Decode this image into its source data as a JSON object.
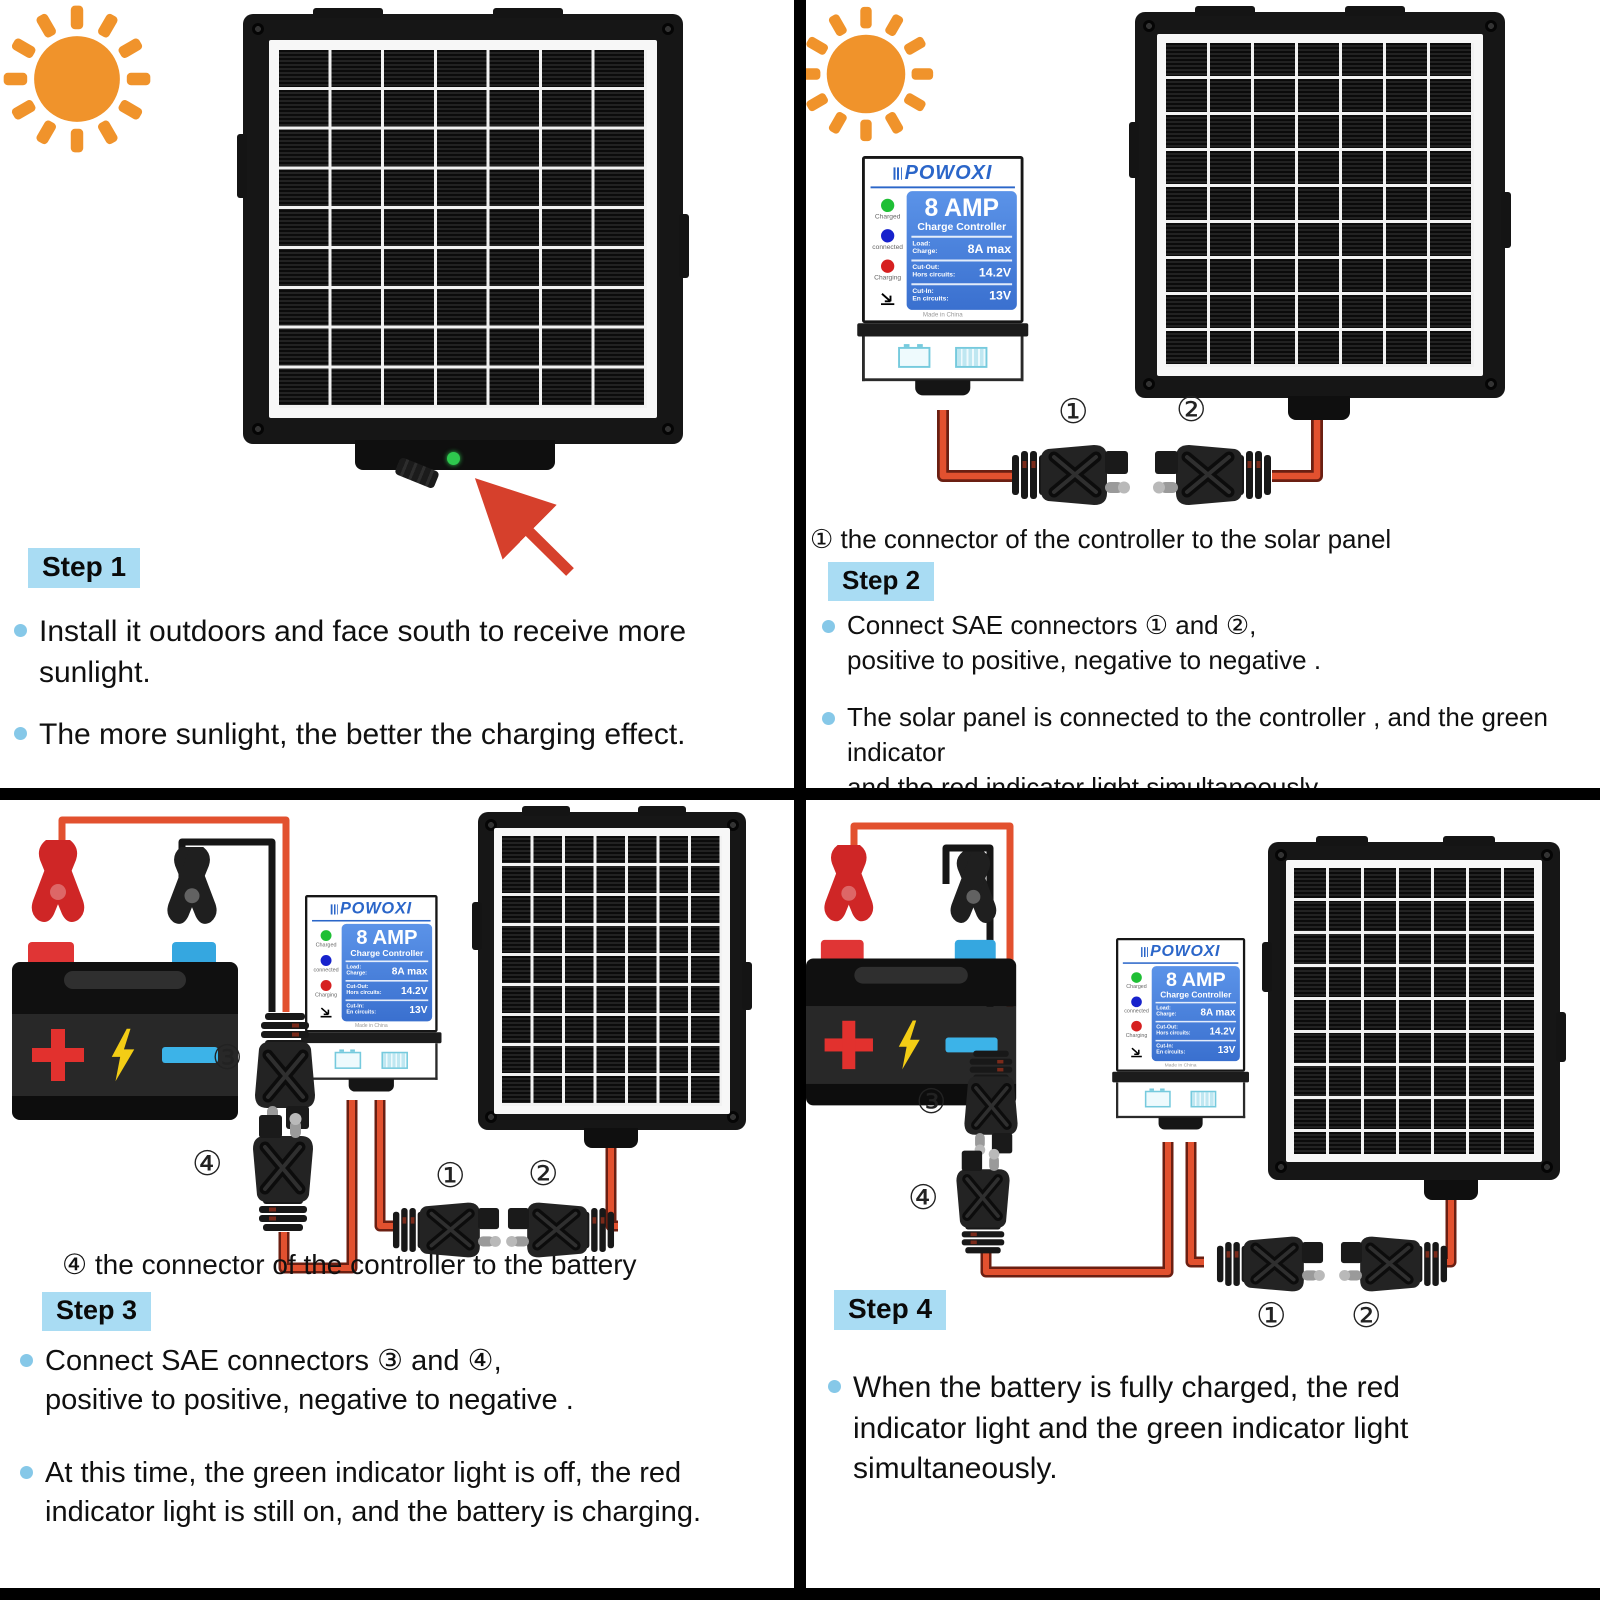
{
  "brand": {
    "logo": "POWOXI"
  },
  "controller": {
    "amp_title": "8 AMP",
    "subtitle": "Charge Controller",
    "leds": [
      {
        "name": "green",
        "label": "Charged",
        "color": "#1fbf35"
      },
      {
        "name": "blue",
        "label": "connected",
        "color": "#1722cc"
      },
      {
        "name": "red",
        "label": "Charging",
        "color": "#d62020"
      }
    ],
    "specs": [
      {
        "label": "Load:\nCharge:",
        "value": "8A max"
      },
      {
        "label": "Cut-Out:\nHors circuits:",
        "value": "14.2V"
      },
      {
        "label": "Cut-In:\nEn circuits:",
        "value": "13V"
      }
    ],
    "made_in": "Made in China"
  },
  "connectors": {
    "c1": "①",
    "c2": "②",
    "c3": "③",
    "c4": "④"
  },
  "steps": {
    "step1": {
      "badge": "Step 1",
      "bullets": [
        "Install it outdoors and face south to receive more sunlight.",
        "The more sunlight, the better the charging effect."
      ]
    },
    "step2": {
      "caption": "① the connector of the controller to the solar panel",
      "badge": "Step 2",
      "bullets": [
        "Connect SAE connectors ① and ②,\npositive to positive, negative to negative .",
        "The solar panel is connected to the controller , and the green indicator\nand the red indicator light simultaneously."
      ]
    },
    "step3": {
      "caption": "④ the connector of the controller to the battery",
      "badge": "Step 3",
      "bullets": [
        "Connect SAE connectors ③  and ④,\npositive to positive, negative to negative .",
        "At this time, the green indicator light  is off,  the red\nindicator  light is still on, and the battery is charging."
      ]
    },
    "step4": {
      "badge": "Step 4",
      "bullets": [
        "When the battery is fully charged, the red\nindicator light  and the green indicator light\nsimultaneously."
      ]
    }
  },
  "colors": {
    "sun": "#f0932b",
    "step_badge_bg": "#a9dcf3",
    "bullet_dot": "#86c8e8",
    "wire_red": "#e2512f",
    "brand_blue": "#2b66c9",
    "panel_blue": "#4a82dd",
    "battery_plus": "#e2312e",
    "battery_minus": "#3cb3e8",
    "bolt_yellow": "#f3cd15",
    "arrow_red": "#d6402c",
    "led_green_panel": "#2ec84e"
  }
}
